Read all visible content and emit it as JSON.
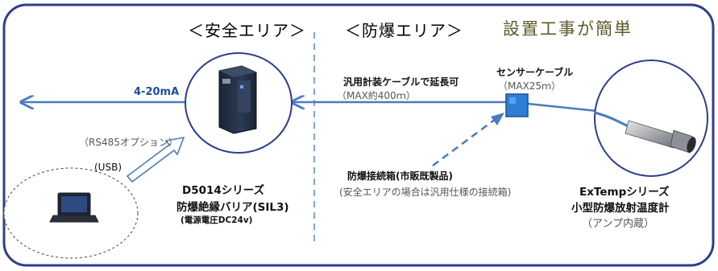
{
  "zones": {
    "safe": "＜安全エリア＞",
    "hazardous": "＜防爆エリア＞"
  },
  "headline": "設置工事が簡単",
  "signal": "4-20mA",
  "laptop_link": {
    "rs485": "（RS485オプション）",
    "usb": "(USB)"
  },
  "barrier": {
    "series": "D5014シリーズ",
    "name": "防爆絶縁バリア(SIL3)",
    "power": "(電源電圧DC24v)"
  },
  "extension_cable": {
    "title": "汎用計装ケーブルで延長可",
    "spec": "（MAX約400ｍ）"
  },
  "sensor_cable": {
    "title": "センサーケーブル",
    "spec": "（MAX25ｍ）"
  },
  "junction_box": {
    "title": "防爆接続箱(市販既製品)",
    "note": "(安全エリアの場合は汎用仕様の接続箱)"
  },
  "sensor": {
    "series": "ExTempシリーズ",
    "name": "小型防爆放射温度計",
    "note": "（アンプ内蔵）"
  },
  "colors": {
    "frame": "#2e3e8c",
    "cable": "#4a7bc0",
    "arrow": "#4a7bc0",
    "divider": "#5b8fd1",
    "junction_box": "#2e7dd6",
    "headline": "#5b5b2a"
  }
}
